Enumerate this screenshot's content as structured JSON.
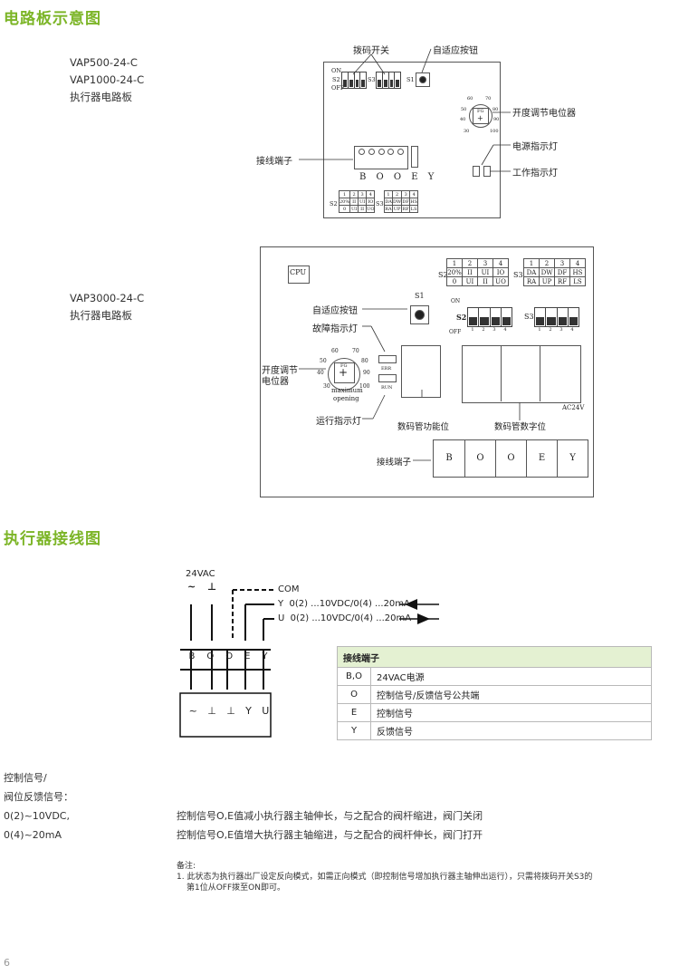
{
  "section1": {
    "title": "电路板示意图"
  },
  "board1": {
    "model_lines": [
      "VAP500-24-C",
      "VAP1000-24-C",
      "执行器电路板"
    ],
    "dip_switch_label": "拨码开关",
    "adaptive_button_label": "自适应按钮",
    "potentiometer_label": "开度调节电位器",
    "power_led_label": "电源指示灯",
    "work_led_label": "工作指示灯",
    "terminal_label": "接线端子",
    "terminal_text": "B O O E Y",
    "on_text": "ON",
    "off_text": "OFF",
    "s2_text": "S2",
    "s3_text": "S3",
    "s1_text": "S1",
    "fg_text": "FG",
    "dial_ticks": [
      "60",
      "70",
      "50",
      "80",
      "40",
      "90",
      "30",
      "100"
    ],
    "s2_table": [
      [
        "1",
        "2",
        "3",
        "4"
      ],
      [
        "20%",
        "II",
        "UI",
        "IO"
      ],
      [
        "0",
        "UI",
        "II",
        "UO"
      ]
    ],
    "s3_table": [
      [
        "1",
        "2",
        "3",
        "4"
      ],
      [
        "DA",
        "DW",
        "DF",
        "HS"
      ],
      [
        "RA",
        "UP",
        "RF",
        "LS"
      ]
    ]
  },
  "board2": {
    "model_lines": [
      "VAP3000-24-C",
      "执行器电路板"
    ],
    "cpu_text": "CPU",
    "s1_text": "S1",
    "s2_text": "S2",
    "s3_text": "S3",
    "on_text": "ON",
    "off_text": "OFF",
    "adaptive_button_label": "自适应按钮",
    "fault_led_label": "故障指示灯",
    "potentiometer_label_1": "开度调节",
    "potentiometer_label_2": "电位器",
    "run_led_label": "运行指示灯",
    "err_text": "ERR",
    "run_text": "RUN",
    "fg_text": "FG",
    "maximum_text": "maximum",
    "opening_text": "opening",
    "dial_ticks": [
      "60",
      "70",
      "50",
      "80",
      "40",
      "90",
      "30",
      "100"
    ],
    "digit_function_label": "数码管功能位",
    "digit_number_label": "数码管数字位",
    "ac_text": "AC24V",
    "terminal_label": "接线端子",
    "terminals": [
      "B",
      "O",
      "O",
      "E",
      "Y"
    ],
    "switch_numbers": [
      "1",
      "2",
      "3",
      "4"
    ],
    "s2_table": [
      [
        "1",
        "2",
        "3",
        "4"
      ],
      [
        "20%",
        "II",
        "UI",
        "IO"
      ],
      [
        "0",
        "UI",
        "II",
        "UO"
      ]
    ],
    "s3_table": [
      [
        "1",
        "2",
        "3",
        "4"
      ],
      [
        "DA",
        "DW",
        "DF",
        "HS"
      ],
      [
        "RA",
        "UP",
        "RF",
        "LS"
      ]
    ]
  },
  "section2": {
    "title": "执行器接线图"
  },
  "wiring": {
    "vac": "24VAC",
    "tilde": "~",
    "ground": "⊥",
    "com": "COM",
    "y_signal": "Y  0(2) ...10VDC/0(4) ...20mA",
    "u_signal": "U  0(2) ...10VDC/0(4) ...20mA",
    "terminals": [
      "B",
      "O",
      "O",
      "E",
      "Y"
    ],
    "bottom_terminals": [
      "~",
      "⊥",
      "⊥",
      "Y",
      "U"
    ]
  },
  "terminal_table": {
    "header": "接线端子",
    "rows": [
      [
        "B,O",
        "24VAC电源"
      ],
      [
        "O",
        "控制信号/反馈信号公共端"
      ],
      [
        "E",
        "控制信号"
      ],
      [
        "Y",
        "反馈信号"
      ]
    ]
  },
  "signals": {
    "left_lines": [
      "控制信号/",
      "阀位反馈信号：",
      "0(2)~10VDC,",
      "0(4)~20mA"
    ],
    "desc_lines": [
      "控制信号O,E值减小执行器主轴伸长，与之配合的阀杆缩进，阀门关闭",
      "控制信号O,E值增大执行器主轴缩进，与之配合的阀杆伸长，阀门打开"
    ]
  },
  "notes": {
    "title": "备注:",
    "line1": "1. 此状态为执行器出厂设定反向模式，如需正向模式（即控制信号增加执行器主轴伸出运行），只需将拨码开关S3的",
    "line2": "第1位从OFF拨至ON即可。"
  },
  "page_number": "6"
}
